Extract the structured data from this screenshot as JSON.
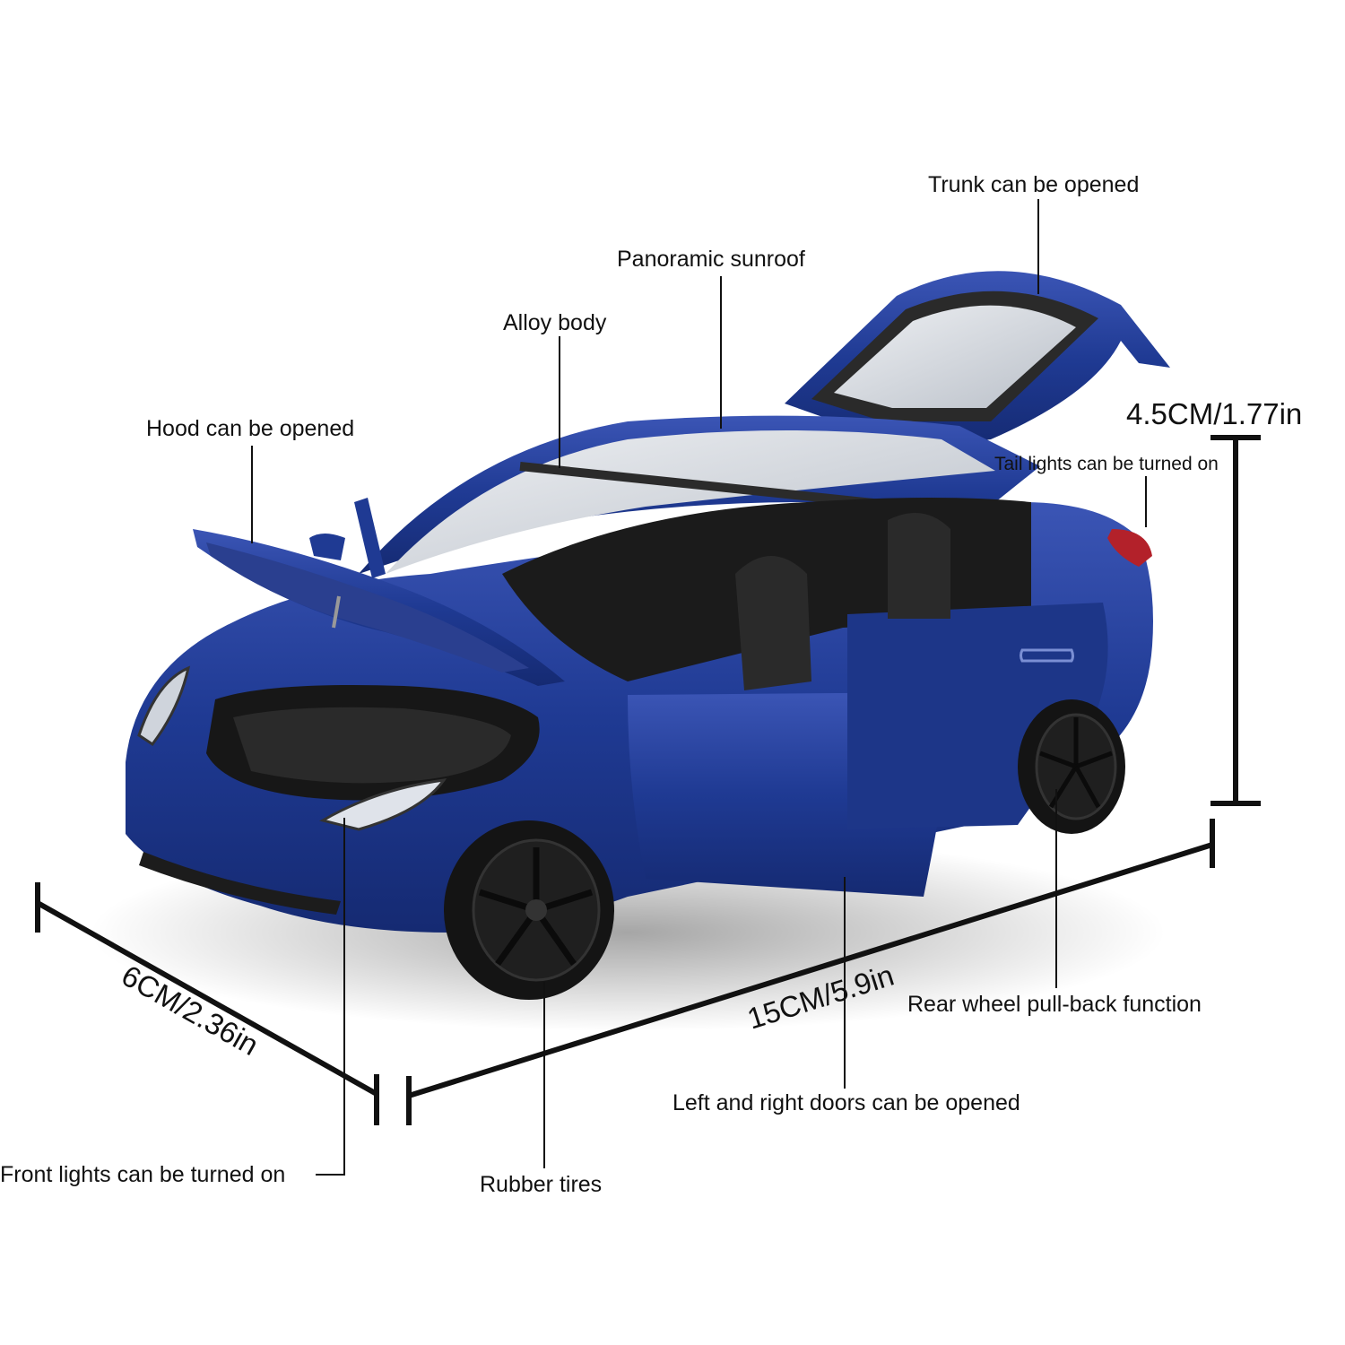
{
  "figure": {
    "subject": "Blue die-cast toy SUV model with opened hood, doors and trunk",
    "colors": {
      "body": "#1f3a93",
      "body_dark": "#14266b",
      "body_highlight": "#4a64c0",
      "glass": "#d9dde3",
      "interior": "#1b1b1b",
      "tire": "#141414",
      "line": "#111111",
      "background": "#ffffff"
    }
  },
  "callouts": [
    {
      "id": "trunk",
      "text": "Trunk can be opened"
    },
    {
      "id": "sunroof",
      "text": "Panoramic sunroof"
    },
    {
      "id": "alloy",
      "text": "Alloy body"
    },
    {
      "id": "hood",
      "text": "Hood can be opened"
    },
    {
      "id": "tail_lights",
      "text": "Tail lights can be turned on"
    },
    {
      "id": "rear_wheel",
      "text": "Rear wheel pull-back function"
    },
    {
      "id": "doors",
      "text": "Left and right doors can be opened"
    },
    {
      "id": "tires",
      "text": "Rubber tires"
    },
    {
      "id": "front_lights",
      "text": "Front lights can be turned on"
    }
  ],
  "dimensions": {
    "height": "4.5CM/1.77in",
    "length": "15CM/5.9in",
    "width": "6CM/2.36in"
  }
}
